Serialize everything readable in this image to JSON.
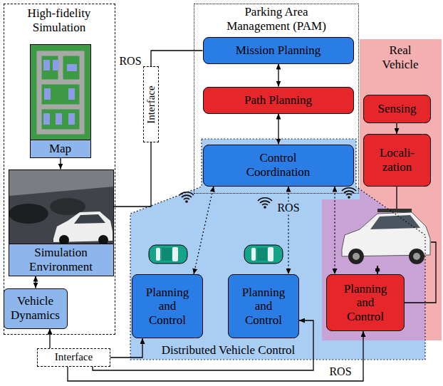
{
  "diagram": {
    "nodes": [
      {
        "text": [
          "High-fidelity Simulation"
        ]
      },
      {
        "text": [
          "Map"
        ],
        "in": 0
      },
      {
        "text": [
          "Simulation Environment"
        ],
        "in": 0
      },
      {
        "text": [
          "Vehicle Dynamics"
        ],
        "in": 0
      },
      {
        "text": [
          "Interface"
        ]
      },
      {
        "text": [
          "Parking Area Management (PAM)"
        ]
      },
      {
        "text": [
          "Mission Planning"
        ],
        "in": 5
      },
      {
        "text": [
          "Path Planning"
        ],
        "in": 5
      },
      {
        "text": [
          "Control Coordination"
        ],
        "in": 5
      },
      {
        "text": [
          "Real Vehicle"
        ]
      },
      {
        "text": [
          "Sensing"
        ],
        "in": 9
      },
      {
        "text": [
          "Locali- zation"
        ],
        "in": 9
      },
      {
        "text": [
          "Distributed Vehicle Control"
        ]
      },
      {
        "text": [
          "Planning and Control"
        ],
        "in": 12
      },
      {
        "text": [
          "Planning and Control"
        ],
        "in": 12
      },
      {
        "text": [
          "Planning and Control"
        ],
        "in": 12
      },
      {
        "text": [
          "Interface"
        ]
      }
    ],
    "edges": [
      {
        "from": 1,
        "to": 2,
        "arrow": "to"
      },
      {
        "from": 2,
        "to": 3,
        "arrow": "both"
      },
      {
        "from": 2,
        "to": 4,
        "arrow": "none"
      },
      {
        "from": 4,
        "to": 6,
        "arrow": "none",
        "label": "ROS"
      },
      {
        "from": 6,
        "to": 7,
        "arrow": "both"
      },
      {
        "from": 7,
        "to": 8,
        "arrow": "both"
      },
      {
        "from": 8,
        "to": 13,
        "arrow": "both"
      },
      {
        "from": 8,
        "to": 14,
        "arrow": "both",
        "label": "ROS"
      },
      {
        "from": 8,
        "to": 15,
        "arrow": "both"
      },
      {
        "from": 10,
        "to": 11,
        "arrow": "to"
      },
      {
        "from": 16,
        "to": 3,
        "arrow": "to"
      },
      {
        "from": 16,
        "to": 13,
        "arrow": "to"
      },
      {
        "from": 16,
        "to": 14,
        "arrow": "to"
      },
      {
        "from": 16,
        "to": 15,
        "arrow": "to",
        "label": "ROS"
      }
    ]
  }
}
